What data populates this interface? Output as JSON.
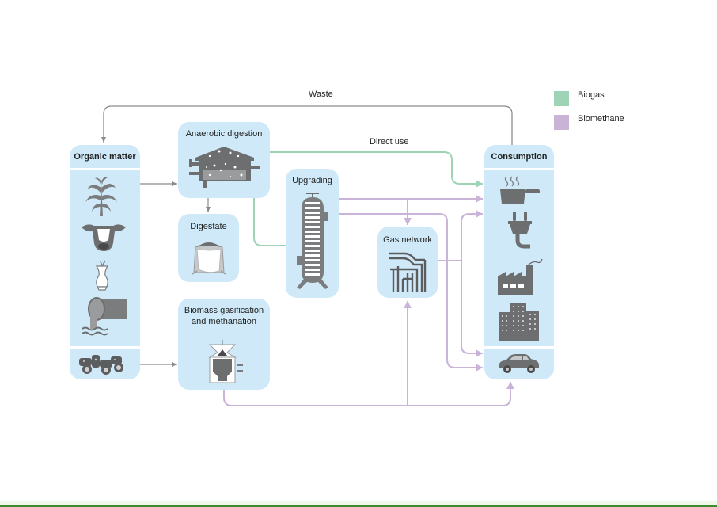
{
  "diagram": {
    "labels": {
      "waste": "Waste",
      "direct_use": "Direct use"
    },
    "nodes": {
      "organic_matter": {
        "title": "Organic matter",
        "icons": [
          "maize-icon",
          "cow-icon",
          "apple-core-icon",
          "wastewater-pipe-icon",
          "wood-pellets-icon"
        ]
      },
      "anaerobic_digestion": {
        "title": "Anaerobic digestion",
        "icon": "digester-tank-icon"
      },
      "digestate": {
        "title": "Digestate",
        "icon": "fertilizer-bag-icon"
      },
      "upgrading": {
        "title": "Upgrading",
        "icon": "upgrading-column-icon"
      },
      "gas_network": {
        "title": "Gas network",
        "icon": "pipeline-network-icon"
      },
      "gasification": {
        "title_line1": "Biomass gasification",
        "title_line2": "and methanation",
        "icon": "gasifier-icon"
      },
      "consumption": {
        "title": "Consumption",
        "icons": [
          "cooking-pot-icon",
          "power-plug-icon",
          "factory-icon",
          "buildings-icon",
          "car-icon"
        ]
      }
    },
    "legend": [
      {
        "label": "Biogas",
        "color": "#9fd3b5"
      },
      {
        "label": "Biomethane",
        "color": "#c9b3d6"
      }
    ],
    "colors": {
      "box_fill": "#cfe9f8",
      "neutral_line": "#8a8a8a",
      "biogas_line": "#9fd3b5",
      "biomethane_line": "#c9b3d6",
      "icon_gray": "#6d6e70"
    },
    "flows": [
      {
        "from": "Consumption",
        "to": "Organic matter",
        "label": "Waste",
        "type": "neutral"
      },
      {
        "from": "Organic matter",
        "to": "Anaerobic digestion",
        "type": "neutral"
      },
      {
        "from": "Organic matter",
        "to": "Biomass gasification and methanation",
        "type": "neutral"
      },
      {
        "from": "Anaerobic digestion",
        "to": "Digestate",
        "type": "neutral"
      },
      {
        "from": "Anaerobic digestion",
        "to": "Consumption",
        "label": "Direct use",
        "type": "biogas"
      },
      {
        "from": "Anaerobic digestion",
        "to": "Upgrading",
        "type": "biogas"
      },
      {
        "from": "Upgrading",
        "to": "Consumption",
        "type": "biomethane"
      },
      {
        "from": "Upgrading",
        "to": "Gas network",
        "type": "biomethane"
      },
      {
        "from": "Gas network",
        "to": "Consumption",
        "type": "biomethane"
      },
      {
        "from": "Biomass gasification and methanation",
        "to": "Gas network",
        "type": "biomethane"
      },
      {
        "from": "Biomass gasification and methanation",
        "to": "Consumption",
        "type": "biomethane"
      }
    ]
  }
}
